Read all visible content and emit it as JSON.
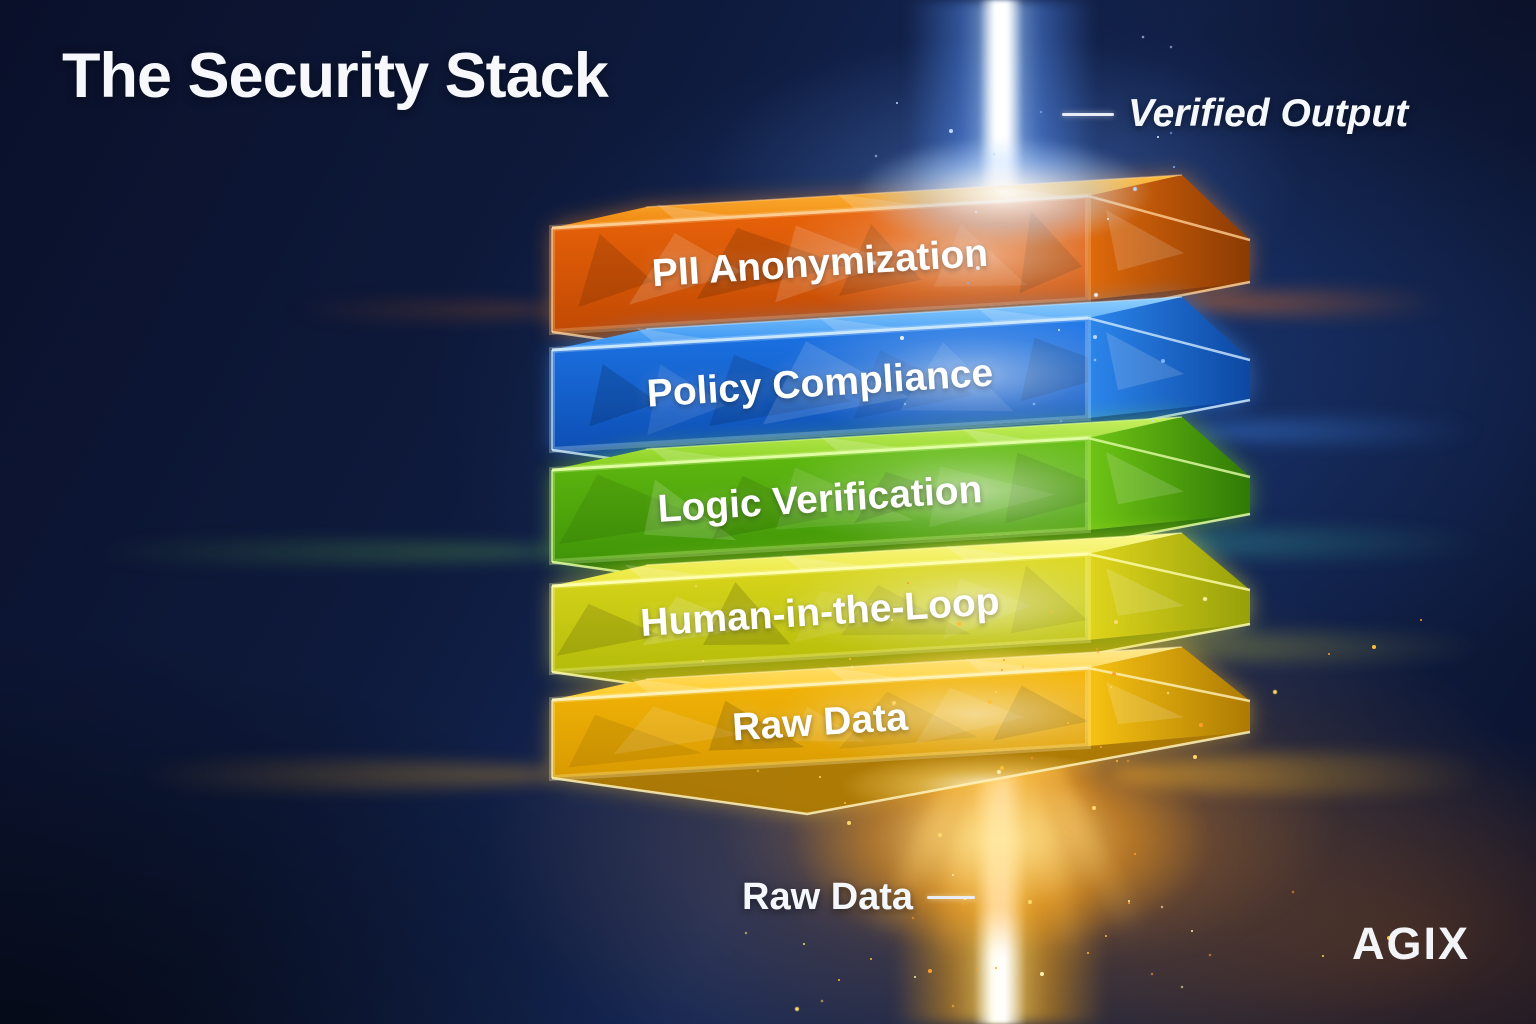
{
  "page": {
    "title": "The Security Stack"
  },
  "callouts": {
    "output_label": "Verified Output",
    "input_label": "Raw Data"
  },
  "stack": {
    "layers": [
      {
        "label": "PII Anonymization",
        "colors": {
          "face": "#ed6509",
          "face_dark": "#c24a04",
          "top": "#f0850f",
          "top_light": "#ffbe3e",
          "side": "#e06a0a",
          "side_dark": "#8a3a04",
          "edge": "#ffd094",
          "glow": "#ff8a1e"
        }
      },
      {
        "label": "Policy Compliance",
        "colors": {
          "face": "#1d76e8",
          "face_dark": "#0e4fb5",
          "top": "#2f8cf0",
          "top_light": "#8fd0ff",
          "side": "#2c86ec",
          "side_dark": "#0c47a2",
          "edge": "#cfeaff",
          "glow": "#3e96ff"
        }
      },
      {
        "label": "Logic Verification",
        "colors": {
          "face": "#63bd10",
          "face_dark": "#3f9508",
          "top": "#84cf1c",
          "top_light": "#c8f060",
          "side": "#6fc515",
          "side_dark": "#2f7a06",
          "edge": "#e4ffa8",
          "glow": "#8ade2a"
        }
      },
      {
        "label": "Human-in-the-Loop",
        "colors": {
          "face": "#ddd81d",
          "face_dark": "#b4bc0a",
          "top": "#e9e636",
          "top_light": "#fbf98c",
          "side": "#e0d51c",
          "side_dark": "#96a00a",
          "edge": "#ffffb2",
          "glow": "#efea3c"
        }
      },
      {
        "label": "Raw Data",
        "colors": {
          "face": "#f5b707",
          "face_dark": "#d99a02",
          "top": "#ffc922",
          "top_light": "#ffe98e",
          "side": "#f7c312",
          "side_dark": "#ad7a04",
          "edge": "#fff3bc",
          "glow": "#ffc32a"
        }
      }
    ]
  },
  "branding": {
    "logo": "AGIX"
  },
  "background": {
    "base_dark": "#0a102a",
    "base_blue": "#15295a",
    "beam_top_color": "#eaf4ff",
    "beam_bottom_color": "#ffc628"
  }
}
